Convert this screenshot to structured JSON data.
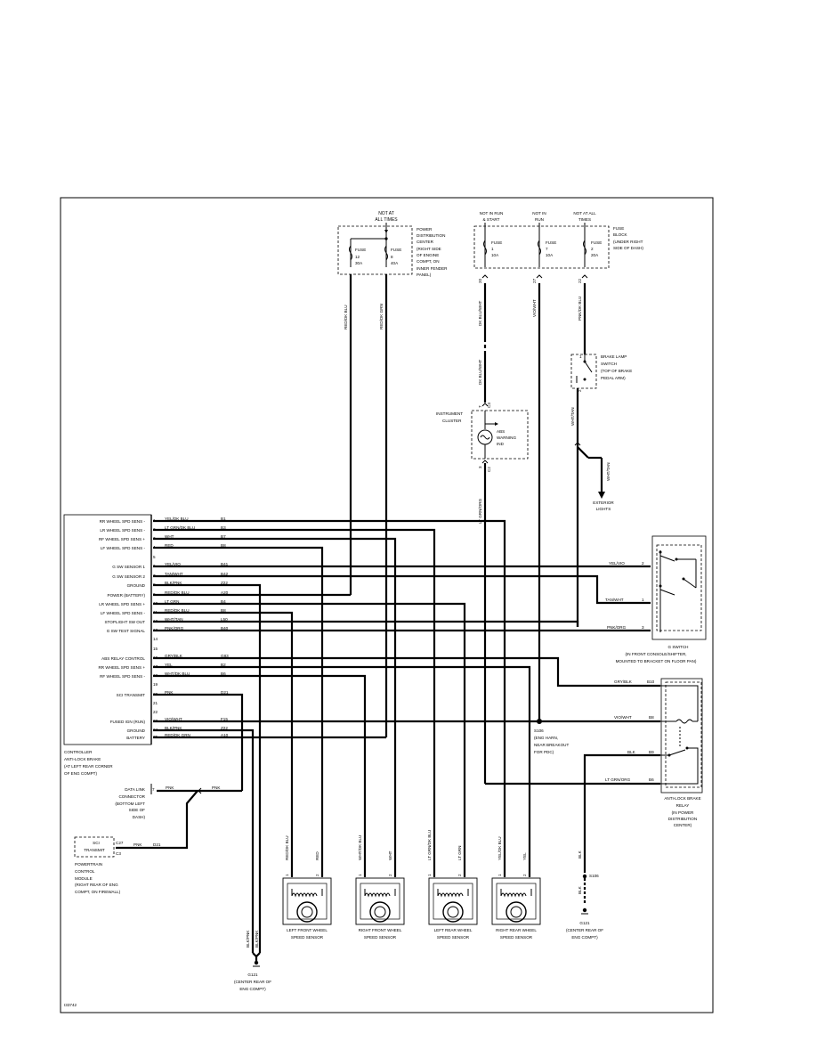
{
  "figure_id": "I33742",
  "power_labels": {
    "not_at_all_times_left": [
      "NOT AT",
      "ALL TIMES"
    ],
    "not_in_run_start": [
      "NOT IN RUN",
      "& START"
    ],
    "not_in_run": [
      "NOT IN",
      "RUN"
    ],
    "not_at_all_times_right": [
      "NOT AT ALL",
      "TIMES"
    ]
  },
  "pdc_label": [
    "POWER",
    "DISTRIBUTION",
    "CENTER",
    "(RIGHT SIDE",
    "OF ENGINE",
    "COMPT, ON",
    "INNER FENDER",
    "PANEL)"
  ],
  "fuse_block_label": [
    "FUSE",
    "BLOCK",
    "(UNDER RIGHT",
    "SIDE OF DASH)"
  ],
  "fuses": [
    {
      "name": "FUSE",
      "num": "12",
      "amp": "30A"
    },
    {
      "name": "FUSE",
      "num": "8",
      "amp": "40A"
    },
    {
      "name": "FUSE",
      "num": "1",
      "amp": "10A"
    },
    {
      "name": "FUSE",
      "num": "7",
      "amp": "10A"
    },
    {
      "name": "FUSE",
      "num": "2",
      "amp": "20A"
    }
  ],
  "top_wire_labels": [
    "RED/DK BLU",
    "RED/DK GRN",
    "DK BLU/WHT",
    "VIO/WHT",
    "PNK/DK BLU"
  ],
  "top_pin_labels": [
    "20",
    "27",
    "22"
  ],
  "dk_blu_wht_lower": "DK BLU/WHT",
  "brake_lamp_switch": [
    "BRAKE LAMP",
    "SWITCH",
    "(TOP OF BRAKE",
    "PEDAL ARM)"
  ],
  "brake_pins": [
    "1",
    "2"
  ],
  "wht_tan": "WHT/TAN",
  "exterior_lights": [
    "EXTERIOR",
    "LIGHTS"
  ],
  "instrument_cluster": [
    "INSTRUMENT",
    "CLUSTER"
  ],
  "abs_warning": [
    "ABS",
    "WARNING",
    "IND"
  ],
  "cluster_pins": [
    "7",
    "C3",
    "3",
    "C2"
  ],
  "lt_grn_org": "LT GRN/ORG",
  "module_pins": [
    {
      "num": "1",
      "label": "RR WHEEL SPD SENS -",
      "wire": "YEL/DK BLU",
      "circuit": "B1"
    },
    {
      "num": "2",
      "label": "LR WHEEL SPD SENS -",
      "wire": "LT GRN/DK BLU",
      "circuit": "B3"
    },
    {
      "num": "3",
      "label": "RF WHEEL SPD SENS +",
      "wire": "WHT",
      "circuit": "B7"
    },
    {
      "num": "4",
      "label": "LF WHEEL SPD SENS -",
      "wire": "RED",
      "circuit": "B8"
    },
    {
      "num": "5",
      "label": "",
      "wire": "",
      "circuit": ""
    },
    {
      "num": "6",
      "label": "G SW SENSOR 1",
      "wire": "YEL/VIO",
      "circuit": "B41"
    },
    {
      "num": "7",
      "label": "G SW SENSOR 2",
      "wire": "TAN/WHT",
      "circuit": "B42"
    },
    {
      "num": "8",
      "label": "GROUND",
      "wire": "BLK/PNK",
      "circuit": "Z22"
    },
    {
      "num": "9",
      "label": "POWER (BATTERY)",
      "wire": "RED/DK BLU",
      "circuit": "A20"
    },
    {
      "num": "10",
      "label": "LR WHEEL SPD SENS +",
      "wire": "LT GRN",
      "circuit": "B4"
    },
    {
      "num": "11",
      "label": "LF WHEEL SPD SENS -",
      "wire": "RED/DK BLU",
      "circuit": "B8"
    },
    {
      "num": "12",
      "label": "STOPLIGHT SW OUT",
      "wire": "WHT/TAN",
      "circuit": "L50"
    },
    {
      "num": "13",
      "label": "G SW TEST SIGNAL",
      "wire": "PNK/ORG",
      "circuit": "B40"
    },
    {
      "num": "14",
      "label": "",
      "wire": "",
      "circuit": ""
    },
    {
      "num": "15",
      "label": "",
      "wire": "",
      "circuit": ""
    },
    {
      "num": "16",
      "label": "ABS RELAY CONTROL",
      "wire": "GRY/BLK",
      "circuit": "G83"
    },
    {
      "num": "17",
      "label": "RR WHEEL SPD SENS +",
      "wire": "YEL",
      "circuit": "B2"
    },
    {
      "num": "18",
      "label": "RF WHEEL SPD SENS -",
      "wire": "WHT/DK BLU",
      "circuit": "B6"
    },
    {
      "num": "19",
      "label": "",
      "wire": "",
      "circuit": ""
    },
    {
      "num": "20",
      "label": "SCI TRANSMIT",
      "wire": "PNK",
      "circuit": "D21"
    },
    {
      "num": "21",
      "label": "",
      "wire": "",
      "circuit": ""
    },
    {
      "num": "22",
      "label": "",
      "wire": "",
      "circuit": ""
    },
    {
      "num": "23",
      "label": "FUSED IGN (RUN)",
      "wire": "VIO/WHT",
      "circuit": "F15"
    },
    {
      "num": "24",
      "label": "GROUND",
      "wire": "BLK/PNK",
      "circuit": "Z22"
    },
    {
      "num": "25",
      "label": "BATTERY",
      "wire": "RED/DK GRN",
      "circuit": "A10"
    }
  ],
  "module_caption": [
    "CONTROLLER",
    "ANTI-LOCK BRAKE",
    "(AT LEFT REAR CORNER",
    "OF ENG COMPT)"
  ],
  "g_switch": {
    "pins": [
      {
        "wire": "YEL/VIO",
        "num": "2"
      },
      {
        "wire": "TAN/WHT",
        "num": "1"
      },
      {
        "wire": "PNK/ORG",
        "num": "3"
      }
    ],
    "caption": [
      "G SWITCH",
      "(IN FRONT CONSOLE/SHIFTER,",
      "MOUNTED TO BRACKET ON FLOOR PAN)"
    ]
  },
  "abs_relay": {
    "pins": [
      {
        "wire": "GRY/BLK",
        "num": "B10"
      },
      {
        "wire": "VIO/WHT",
        "num": "B8"
      },
      {
        "wire": "BLK",
        "num": "B9"
      },
      {
        "wire": "LT GRN/ORG",
        "num": "B6"
      }
    ],
    "caption": [
      "ANTI-LOCK BRAKE",
      "RELAY",
      "(IN POWER",
      "DISTRIBUTION",
      "CENTER)"
    ]
  },
  "splice_s106": [
    "S106",
    "(ENG HARN,",
    "NEAR BREAKOUT",
    "FOR PDC)"
  ],
  "dlc": {
    "label": [
      "DATA LINK",
      "CONNECTOR",
      "(BOTTOM LEFT",
      "SIDE OF",
      "DASH)"
    ],
    "pin": "7",
    "wire": "PNK"
  },
  "pcm": {
    "pin": "C27",
    "conn": "C3",
    "box_text": [
      "SCI",
      "TRANSMIT"
    ],
    "wire": "PNK",
    "circuit": "D21",
    "caption": [
      "POWERTRAIN",
      "CONTROL",
      "MODULE",
      "(RIGHT REAR OF ENG",
      "COMPT, ON FIREWALL)"
    ]
  },
  "sensors": [
    {
      "wires": [
        "RED/DK BLU",
        "RED"
      ],
      "caption": [
        "LEFT FRONT WHEEL",
        "SPEED SENSOR"
      ]
    },
    {
      "wires": [
        "WHT/DK BLU",
        "WHT"
      ],
      "caption": [
        "RIGHT FRONT WHEEL",
        "SPEED SENSOR"
      ]
    },
    {
      "wires": [
        "LT GRN/DK BLU",
        "LT GRN"
      ],
      "caption": [
        "LEFT REAR WHEEL",
        "SPEED SENSOR"
      ]
    },
    {
      "wires": [
        "YEL/DK BLU",
        "YEL"
      ],
      "caption": [
        "RIGHT REAR WHEEL",
        "SPEED SENSOR"
      ]
    }
  ],
  "sensor_pins": [
    "1",
    "2"
  ],
  "grounds": [
    {
      "wires": [
        "BLK/PNK",
        "BLK/PNK"
      ],
      "caption": [
        "G121",
        "(CENTER REAR OF",
        "ENG COMPT)"
      ]
    },
    {
      "wires": [
        "BLK",
        "BLK"
      ],
      "splice": "S106",
      "caption": [
        "G121",
        "(CENTER REAR OF",
        "ENG COMPT)"
      ]
    }
  ]
}
